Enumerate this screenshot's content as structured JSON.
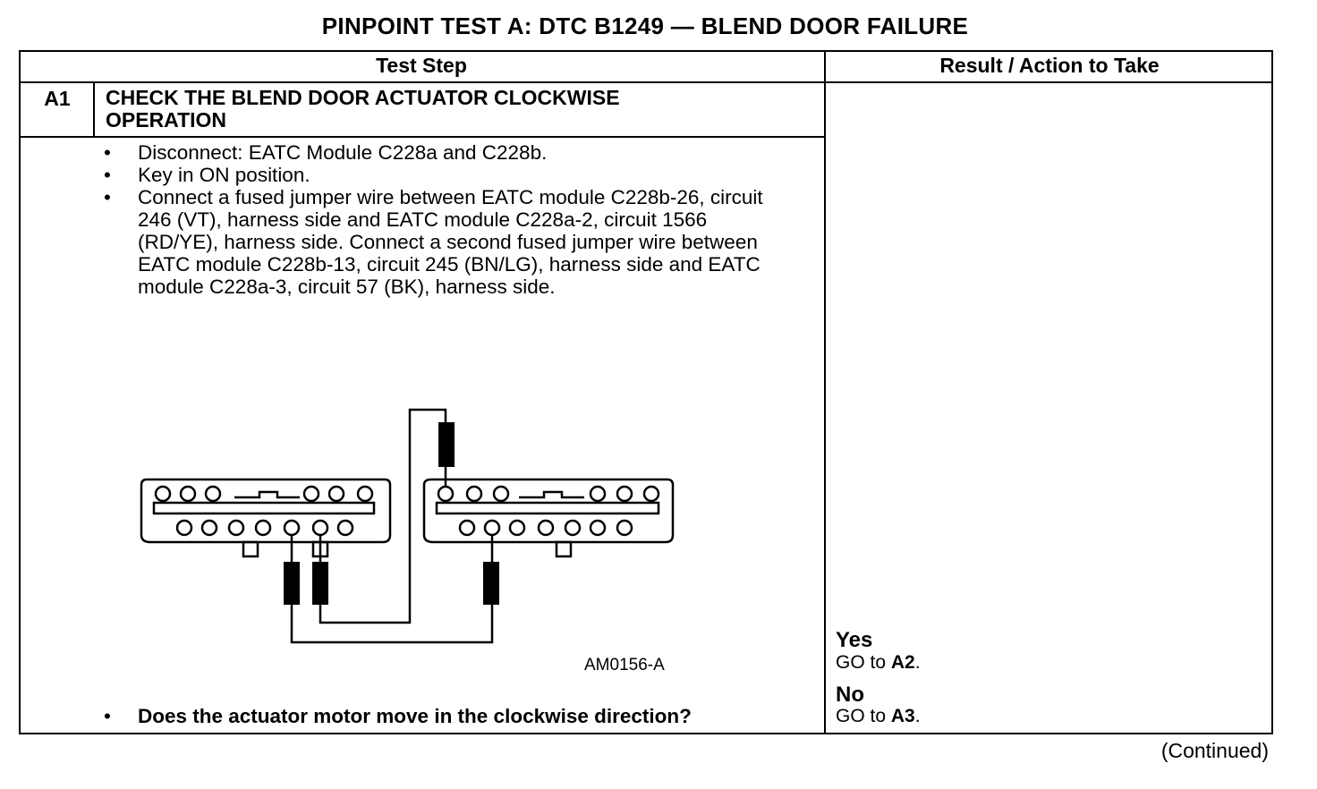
{
  "document": {
    "title": "PINPOINT TEST  A: DTC B1249 — BLEND DOOR FAILURE",
    "footer": "(Continued)"
  },
  "table": {
    "headers": {
      "test_step": "Test Step",
      "result_action": "Result / Action to Take"
    },
    "step": {
      "id": "A1",
      "title_line1": "CHECK THE BLEND DOOR ACTUATOR CLOCKWISE",
      "title_line2": "OPERATION",
      "bullets": [
        "Disconnect: EATC Module C228a and C228b.",
        "Key in ON position.",
        "Connect a fused jumper wire between EATC module C228b-26, circuit 246 (VT), harness side and EATC module C228a-2, circuit 1566 (RD/YE), harness side. Connect a second fused jumper wire  between EATC module C228b-13, circuit 245 (BN/LG), harness side and EATC module C228a-3, circuit 57 (BK), harness side."
      ],
      "figure_id": "AM0156-A",
      "question": "Does the actuator motor move in the clockwise direction?"
    },
    "results": [
      {
        "label": "Yes",
        "action_prefix": "GO to ",
        "target": "A2",
        "suffix": "."
      },
      {
        "label": "No",
        "action_prefix": "GO to ",
        "target": "A3",
        "suffix": "."
      }
    ]
  }
}
